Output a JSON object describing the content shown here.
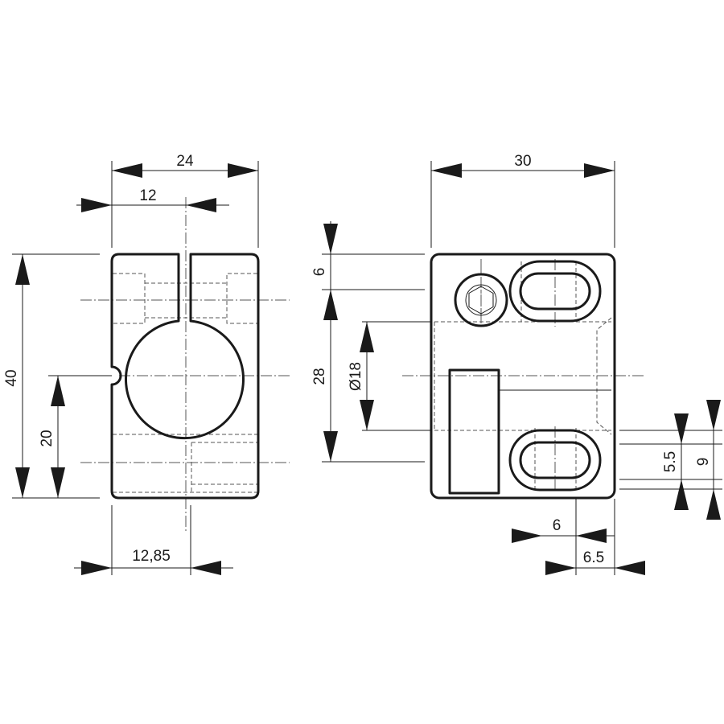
{
  "drawing": {
    "type": "technical drawing",
    "views": [
      "front view",
      "side view"
    ]
  },
  "dimensions": {
    "front_width": "24",
    "front_half_width": "12",
    "front_height": "40",
    "front_center_height": "20",
    "front_offset": "12,85",
    "side_width": "30",
    "side_top_offset": "6",
    "side_hole_spacing": "28",
    "side_bore_diameter": "Ø18",
    "side_slot_width": "5.5",
    "side_slot_offset": "9",
    "side_slot_x": "6",
    "side_slot_x2": "6.5"
  }
}
